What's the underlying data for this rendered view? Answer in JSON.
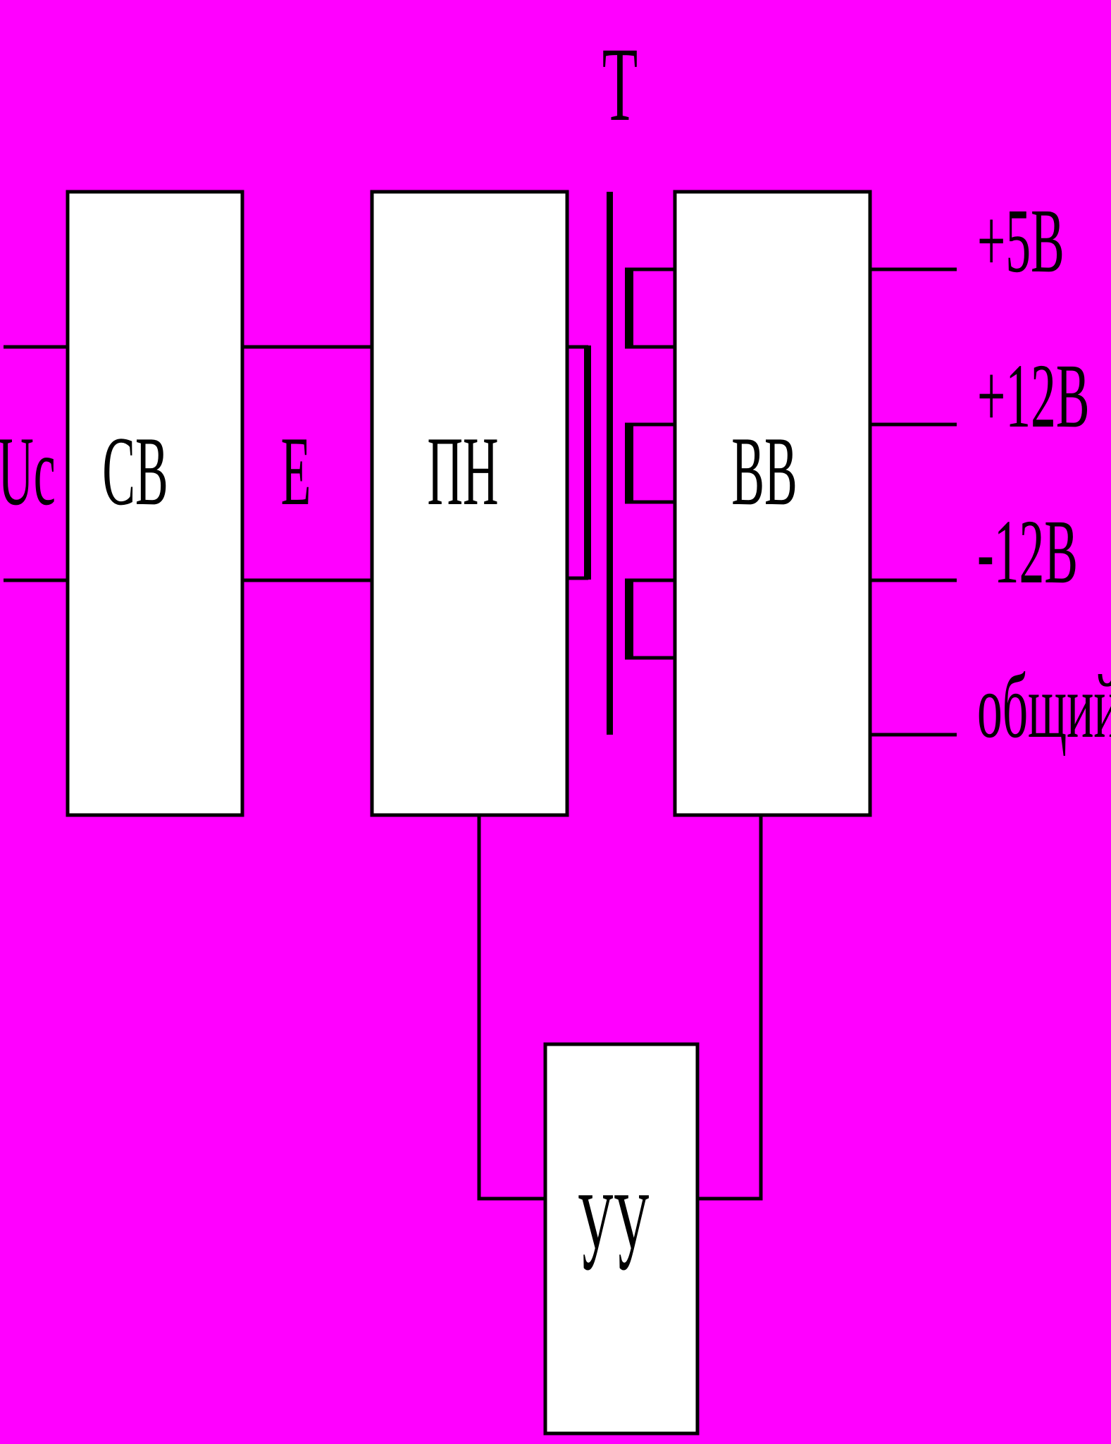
{
  "diagram": {
    "background_color": "#ff00ff",
    "block_fill": "#ffffff",
    "line_color": "#000000",
    "transformer_label": "Т",
    "input_label": "Uc",
    "blocks": {
      "sv": "СВ",
      "pn": "ПН",
      "vv": "ВВ",
      "uu": "УУ"
    },
    "intermediate_label": "Е",
    "outputs": [
      "+5В",
      "+12В",
      "-12В",
      "общий"
    ]
  }
}
